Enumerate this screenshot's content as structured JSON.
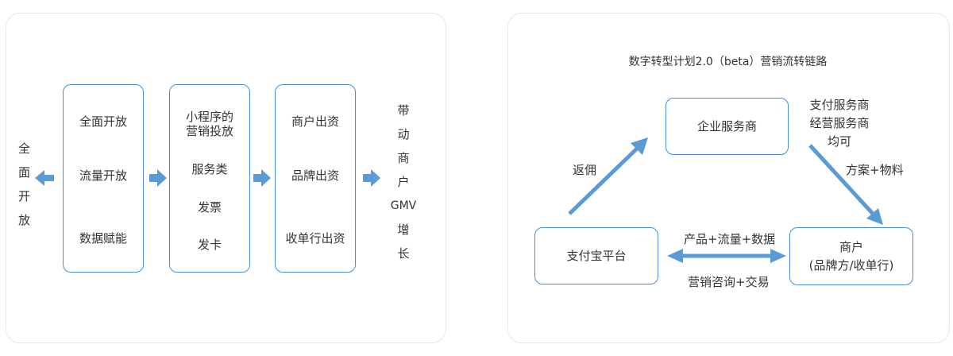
{
  "left_diagram": {
    "source_label_chars": [
      "全",
      "面",
      "开",
      "放"
    ],
    "column1": [
      "全面开放",
      "流量开放",
      "数据赋能"
    ],
    "column2": {
      "line1": "小程序的",
      "line2": "营销投放",
      "items": [
        "服务类",
        "发票",
        "发卡"
      ]
    },
    "column3": [
      "商户出资",
      "品牌出资",
      "收单行出资"
    ],
    "result_label_chars": [
      "带",
      "动",
      "商",
      "户",
      "GMV",
      "增",
      "长"
    ]
  },
  "right_diagram": {
    "title": "数字转型计划2.0（beta）营销流转链路",
    "nodes": {
      "enterprise": "企业服务商",
      "alipay": "支付宝平台",
      "merchant_line1": "商户",
      "merchant_line2": "(品牌方/收单行)"
    },
    "side_note": [
      "支付服务商",
      "经营服务商",
      "均可"
    ],
    "edge_labels": {
      "rebate": "返佣",
      "solution": "方案+物料",
      "products": "产品+流量+数据",
      "consulting": "营销咨询+交易"
    }
  },
  "colors": {
    "accent": "#4a8fd2",
    "arrow": "#5b9bd5",
    "border": "#e6e8ec",
    "text": "#333333"
  }
}
